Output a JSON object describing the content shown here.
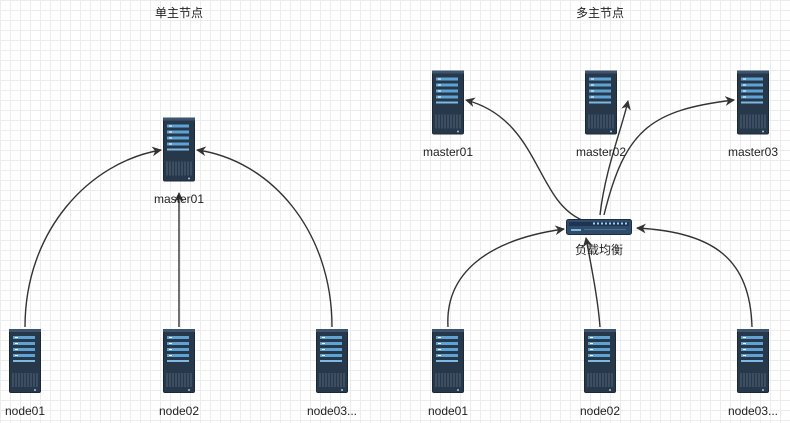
{
  "diagram": {
    "single": {
      "title": "单主节点",
      "master": "master01",
      "nodes": [
        "node01",
        "node02",
        "node03..."
      ]
    },
    "multi": {
      "title": "多主节点",
      "masters": [
        "master01",
        "master02",
        "master03"
      ],
      "load_balancer": "负载均衡",
      "nodes": [
        "node01",
        "node02",
        "node03..."
      ]
    }
  },
  "colors": {
    "server_body": "#26384a",
    "server_trim": "#1b2836",
    "server_slot": "#5ea3d4",
    "edge": "#333333",
    "switch_body": "#2f4d6b",
    "grid": "#ececec"
  },
  "icons": {
    "server": "server-rack-icon",
    "load_balancer": "network-switch-icon"
  }
}
